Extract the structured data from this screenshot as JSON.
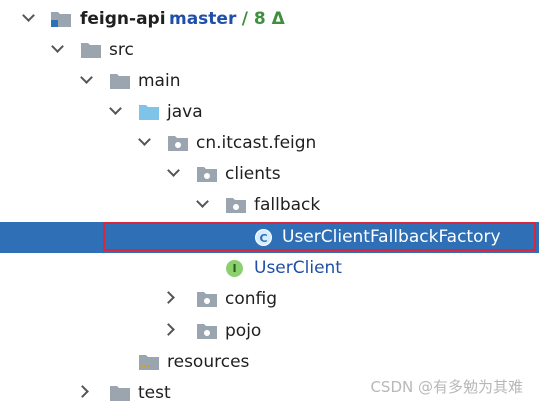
{
  "project": {
    "name": "feign-api",
    "branch": "master",
    "changes": "/ 8 Δ"
  },
  "tree": {
    "src": "src",
    "main": "main",
    "java": "java",
    "package": "cn.itcast.feign",
    "clients": "clients",
    "fallback": "fallback",
    "fallback_class": "UserClientFallbackFactory",
    "user_client": "UserClient",
    "config": "config",
    "pojo": "pojo",
    "resources": "resources",
    "test": "test"
  },
  "badges": {
    "class": "C",
    "interface": "I"
  },
  "colors": {
    "selection": "#2f6fb5",
    "highlight_border": "#d7263d",
    "folder": "#9aa5b0",
    "source_folder": "#7ec3e8",
    "branch": "#1f4fa8",
    "interface_badge": "#8ccf6e"
  },
  "watermark": "CSDN @有多勉为其难"
}
